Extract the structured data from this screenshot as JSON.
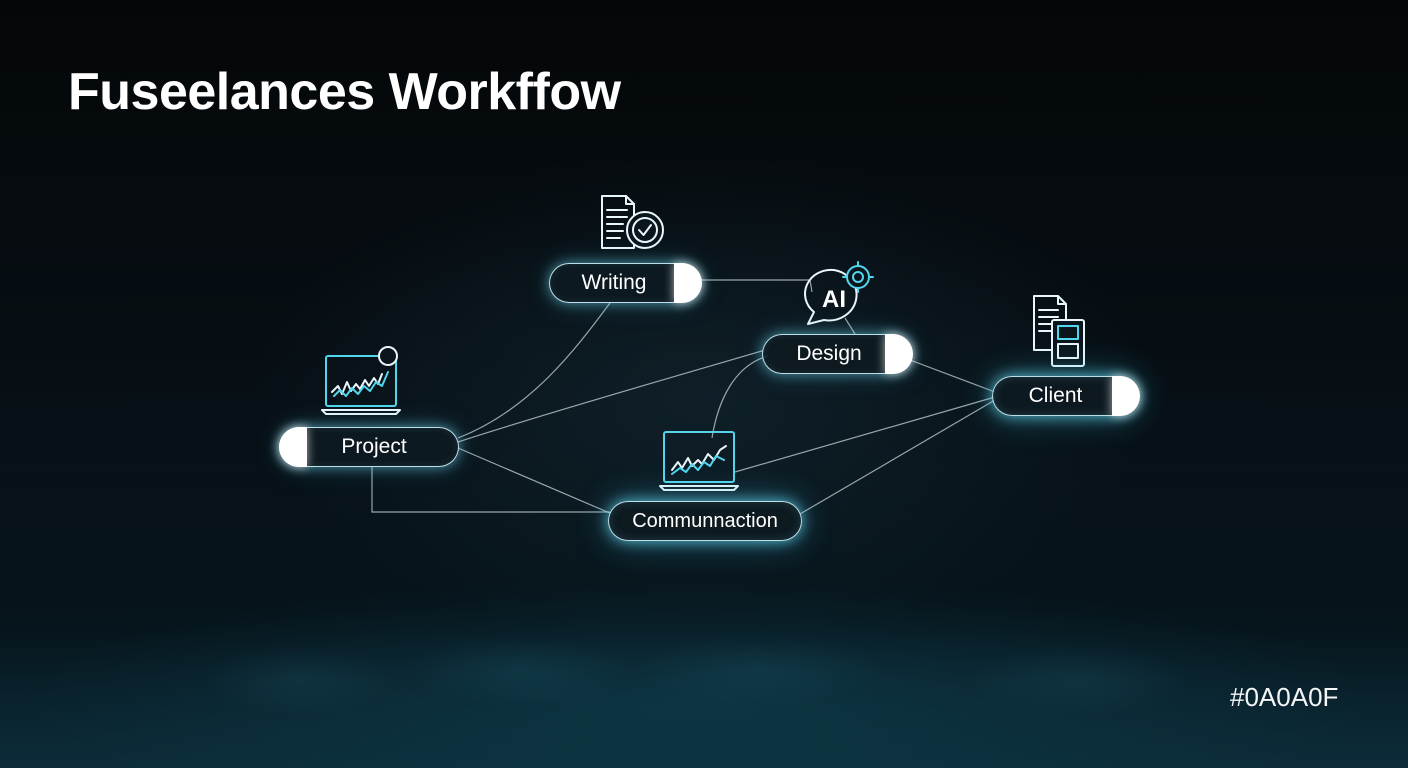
{
  "title": "Fuseelances Workffow",
  "color_label": "#0A0A0F",
  "colors": {
    "background": "#0A0A0F",
    "accent": "#52d6ee",
    "node_text": "#ffffff"
  },
  "nodes": {
    "writing": {
      "label": "Writing",
      "icon": "document-check-icon"
    },
    "design": {
      "label": "Design",
      "icon": "ai-chat-bubble-icon"
    },
    "client": {
      "label": "Client",
      "icon": "documents-icon"
    },
    "project": {
      "label": "Project",
      "icon": "laptop-chart-icon"
    },
    "communication": {
      "label": "Communnaction",
      "icon": "laptop-chart-icon"
    }
  },
  "icons": {
    "ai_text": "AI"
  },
  "edges": [
    {
      "from": "writing",
      "to": "design"
    },
    {
      "from": "writing",
      "to": "project"
    },
    {
      "from": "design",
      "to": "project"
    },
    {
      "from": "design",
      "to": "client"
    },
    {
      "from": "design",
      "to": "communication"
    },
    {
      "from": "project",
      "to": "communication"
    },
    {
      "from": "communication",
      "to": "client"
    }
  ]
}
